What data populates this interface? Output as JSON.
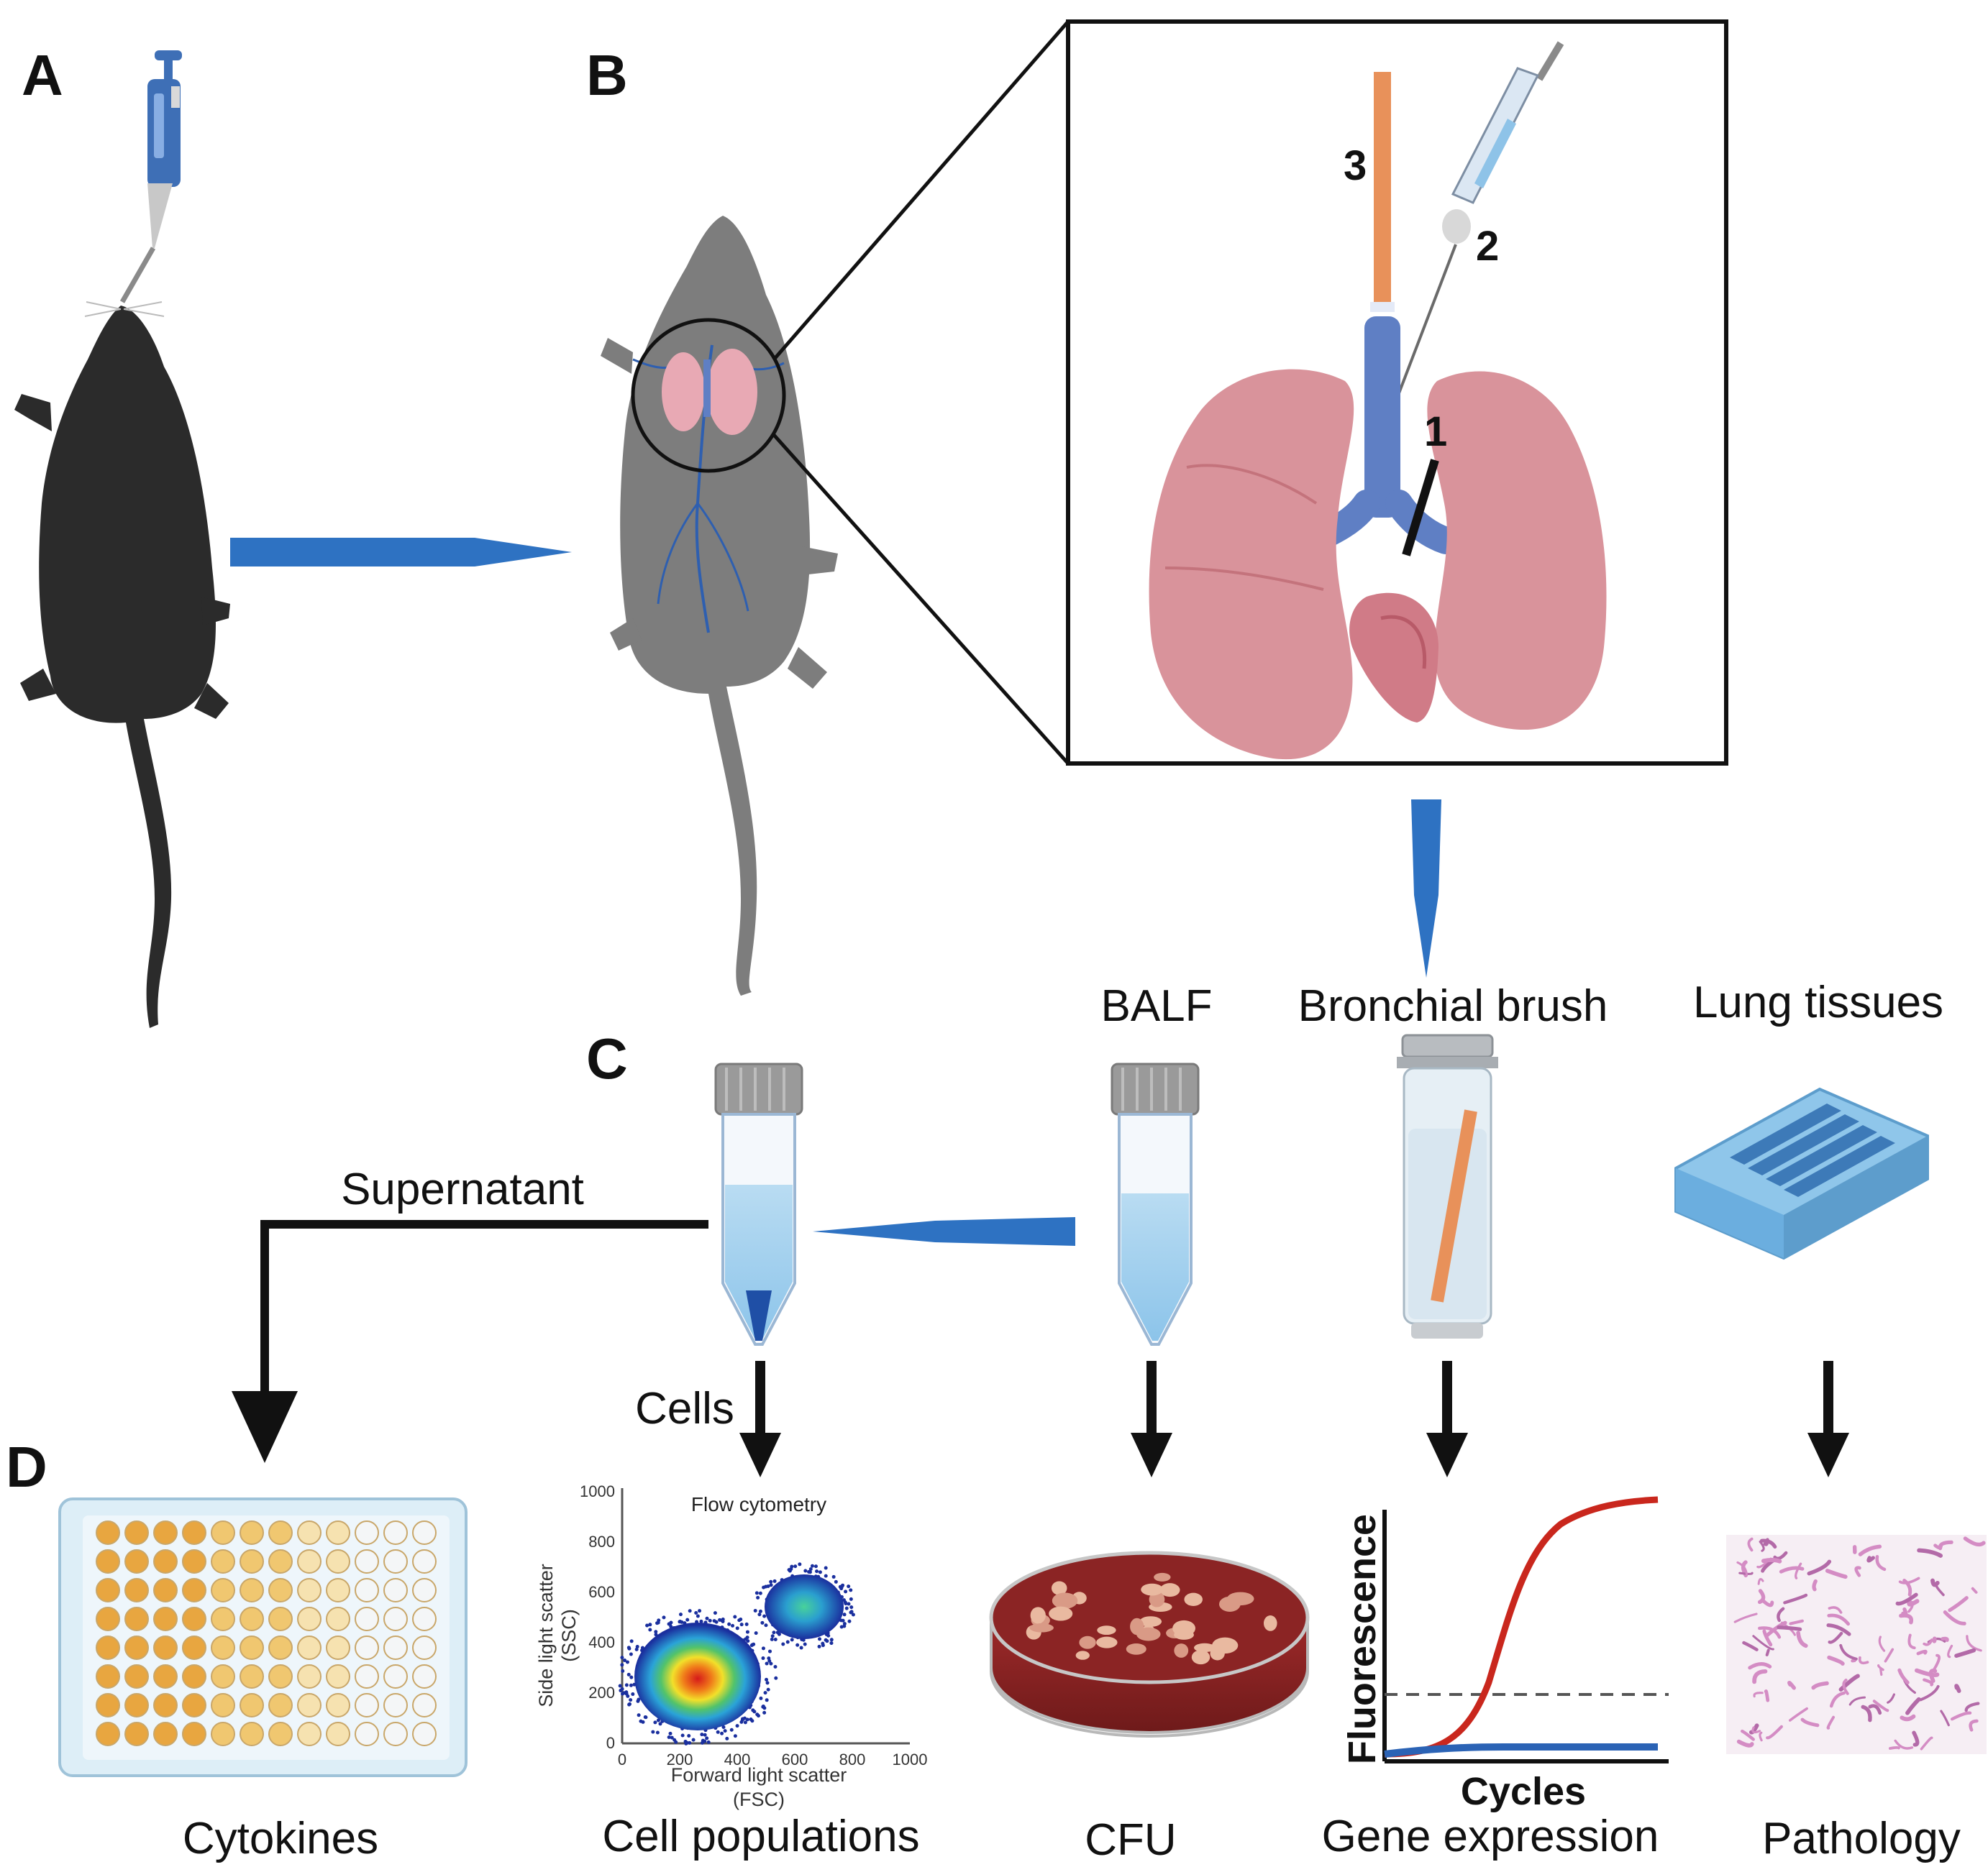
{
  "panels": {
    "a": "A",
    "b": "B",
    "c": "C",
    "d": "D"
  },
  "inset_numbers": {
    "one": "1",
    "two": "2",
    "three": "3"
  },
  "labels": {
    "balf": "BALF",
    "bronchial_brush": "Bronchial brush",
    "lung_tissues": "Lung tissues",
    "supernatant": "Supernatant",
    "cells": "Cells",
    "cytokines": "Cytokines",
    "cell_populations": "Cell populations",
    "cfu": "CFU",
    "gene_expression": "Gene expression",
    "pathology": "Pathology"
  },
  "flow_plot": {
    "title": "Flow cytometry",
    "xlabel": "Forward light scatter",
    "xlabel_unit": "(FSC)",
    "ylabel": "Side light scatter",
    "ylabel_unit": "(SSC)",
    "x_ticks": [
      "0",
      "200",
      "400",
      "600",
      "800",
      "1000"
    ],
    "y_ticks": [
      "0",
      "200",
      "400",
      "600",
      "800",
      "1000"
    ]
  },
  "qpcr_plot": {
    "xlabel": "Cycles",
    "ylabel": "Fluorescence"
  },
  "colors": {
    "arrow_blue": "#2e72c2",
    "mouse_black": "#2b2b2b",
    "mouse_grey": "#7d7d7d",
    "lung_pink": "#d9939b",
    "trachea_blue": "#5f7fc4",
    "brush_orange": "#e8915a",
    "agar_red": "#8b2424",
    "qpcr_red": "#c9271d",
    "qpcr_blue": "#2b63b5",
    "tissue_pink": "#d48cc4"
  }
}
